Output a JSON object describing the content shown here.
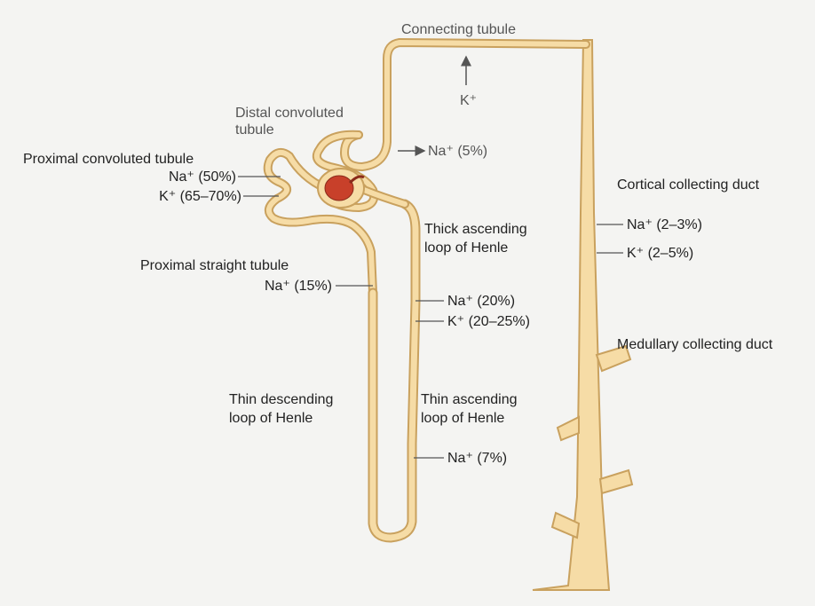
{
  "labels": {
    "connecting_tubule": "Connecting tubule",
    "connecting_k": "K⁺",
    "distal_title_1": "Distal convoluted",
    "distal_title_2": "tubule",
    "distal_na": "Na⁺ (5%)",
    "proximal_title": "Proximal convoluted tubule",
    "proximal_na": "Na⁺ (50%)",
    "proximal_k": "K⁺ (65–70%)",
    "cortical_title": "Cortical collecting duct",
    "cortical_na": "Na⁺ (2–3%)",
    "cortical_k": "K⁺ (2–5%)",
    "thick_asc_1": "Thick ascending",
    "thick_asc_2": "loop of Henle",
    "prox_straight_title": "Proximal straight tubule",
    "prox_straight_na": "Na⁺ (15%)",
    "thick_na": "Na⁺ (20%)",
    "thick_k": "K⁺ (20–25%)",
    "medullary_title": "Medullary collecting duct",
    "thin_desc_1": "Thin descending",
    "thin_desc_2": "loop of Henle",
    "thin_asc_1": "Thin ascending",
    "thin_asc_2": "loop of Henle",
    "thin_asc_na": "Na⁺ (7%)"
  },
  "colors": {
    "tubule_fill": "#f6dca6",
    "tubule_stroke": "#c9a15e",
    "glomerulus": "#c8402a",
    "leader": "#555555",
    "background": "#f4f4f2"
  }
}
